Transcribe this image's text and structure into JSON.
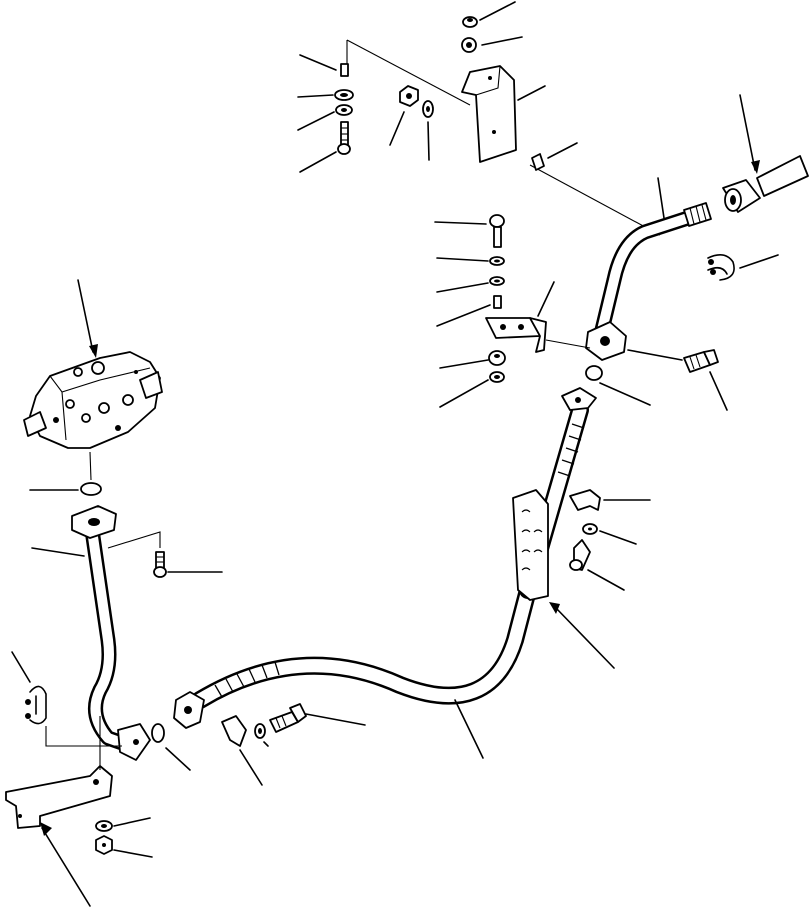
{
  "diagram": {
    "kind": "exploded-parts-drawing",
    "labels_printed": false,
    "colors": {
      "ink": "#000000",
      "paper": "#ffffff"
    },
    "parts": [
      "control-valve",
      "o-ring",
      "flange-tube",
      "mounting-bolt",
      "u-bolt",
      "lower-bracket",
      "nut",
      "lock-washer",
      "split-flange",
      "flat-washer",
      "bolt",
      "hose",
      "hose-clamp-bracket",
      "upper-flange",
      "upper-tube",
      "top-bracket",
      "tube-end-coupling"
    ]
  }
}
